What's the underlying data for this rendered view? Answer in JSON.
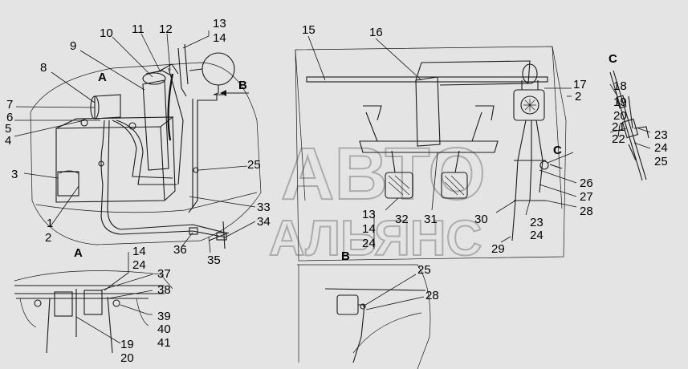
{
  "views": {
    "a": "A",
    "b": "B",
    "c": "C"
  },
  "watermark": {
    "line1": "АВТО",
    "line2": "АЛЬЯНС"
  },
  "callouts": {
    "main": [
      "1",
      "2",
      "3",
      "4",
      "5",
      "6",
      "7",
      "8",
      "9",
      "10",
      "11",
      "12",
      "13",
      "14",
      "25",
      "33",
      "34",
      "35",
      "36"
    ],
    "center": [
      "15",
      "16",
      "17",
      "2",
      "13",
      "14",
      "24",
      "32",
      "31",
      "30",
      "23",
      "24",
      "29",
      "26",
      "27",
      "28"
    ],
    "detail_c": [
      "18",
      "19",
      "20",
      "21",
      "22",
      "23",
      "24",
      "25"
    ],
    "detail_a": [
      "14",
      "24",
      "37",
      "38",
      "39",
      "40",
      "41",
      "19",
      "20"
    ],
    "detail_b": [
      "25",
      "28"
    ]
  }
}
